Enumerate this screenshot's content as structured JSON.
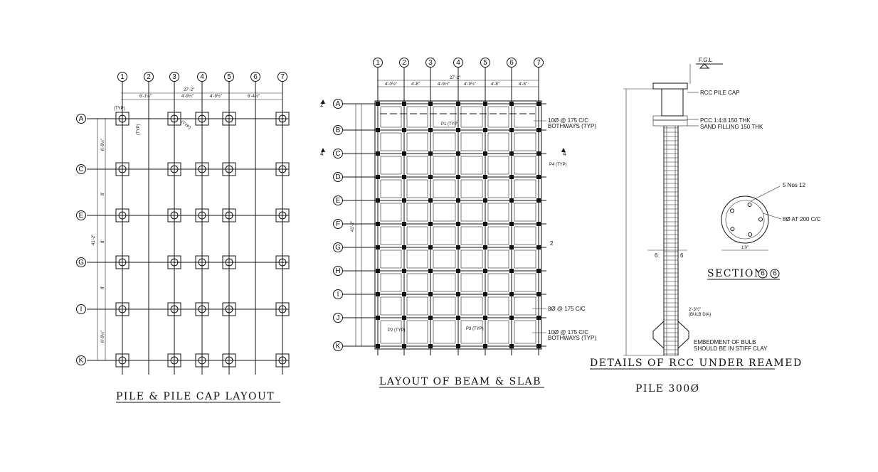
{
  "drawings": {
    "pile_layout": {
      "title": "PILE & PILE CAP LAYOUT",
      "col_labels": [
        "1",
        "2",
        "3",
        "4",
        "5",
        "6",
        "7"
      ],
      "row_labels": [
        "A",
        "C",
        "E",
        "G",
        "I",
        "K"
      ],
      "overall_width": "27'-2\"",
      "bay_dims": [
        "6'-1½\"",
        "4'-9½\"",
        "4'-9½\"",
        "6'-4½\""
      ],
      "row_dims": [
        "6'-9½\"",
        "8'",
        "8'",
        "8'",
        "6'-9½\""
      ],
      "overall_height": "41'-2\"",
      "cap_note": "(TYP)"
    },
    "beam_slab": {
      "title": "LAYOUT OF BEAM & SLAB",
      "col_labels": [
        "1",
        "2",
        "3",
        "4",
        "5",
        "6",
        "7"
      ],
      "row_labels": [
        "A",
        "B",
        "C",
        "D",
        "E",
        "F",
        "G",
        "H",
        "I",
        "J",
        "K"
      ],
      "overall_width": "27'-2\"",
      "bay_dims": [
        "4'-0½\"",
        "4'-8\"",
        "4'-9½\"",
        "4'-9½\"",
        "4'-8\"",
        "4'-8\""
      ],
      "overall_height": "41'-2\"",
      "notes": {
        "top_bar": "10Ø @ 175 C/C",
        "top_bar_sub": "BOTHWAYS (TYP)",
        "mid_bar": "8Ø @ 175 C/C",
        "bot_bar": "10Ø @ 175 C/C",
        "bot_bar_sub": "BOTHWAYS (TYP)",
        "p1": "P1 (TYP)",
        "p4": "P4 (TYP)",
        "p2": "P2 (TYP)",
        "p3": "P3 (TYP)"
      },
      "section_marks": [
        "4",
        "4",
        "2",
        "2"
      ]
    },
    "pile_detail": {
      "title": "DETAILS OF RCC UNDER REAMED",
      "subtitle": "PILE 300Ø",
      "fgl": "F.G.L",
      "labels": {
        "cap": "RCC PILE CAP",
        "pcc": "PCC 1:4:8 150 THK",
        "sand": "SAND FILLING 150 THK",
        "bulb1": "EMBEDMENT OF BULB",
        "bulb2": "SHOULD BE IN STIFF CLAY",
        "bulb_dim": "2'-3½\"",
        "bulb_sub": "(BULB DIA)"
      },
      "section": {
        "title": "SECTION",
        "marks": [
          "6",
          "6"
        ],
        "bars": "5 Nos 12",
        "ties": "8Ø AT 200 C/C",
        "dia": "1'0\""
      }
    }
  }
}
